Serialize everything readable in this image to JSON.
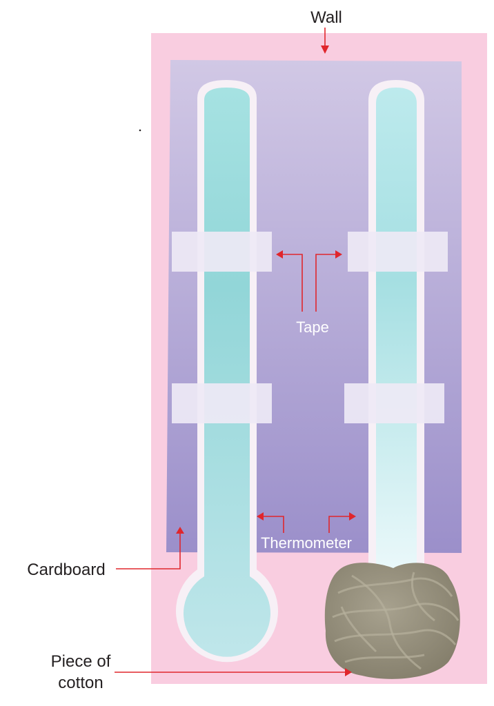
{
  "labels": {
    "wall": "Wall",
    "tape": "Tape",
    "thermometer": "Thermometer",
    "cardboard": "Cardboard",
    "cotton_line1": "Piece of",
    "cotton_line2": "cotton"
  },
  "colors": {
    "wall": "#f9cde0",
    "cardboard_top": "#d0c6e4",
    "cardboard_bottom": "#9c8fca",
    "thermometer_outline": "#f7f0f6",
    "thermometer_fill": "#a9e0e2",
    "tape": "#ece6f3",
    "arrow": "#e0262c",
    "cotton": "#9b9582",
    "label_dark": "#231f20",
    "label_light": "#ffffff"
  }
}
